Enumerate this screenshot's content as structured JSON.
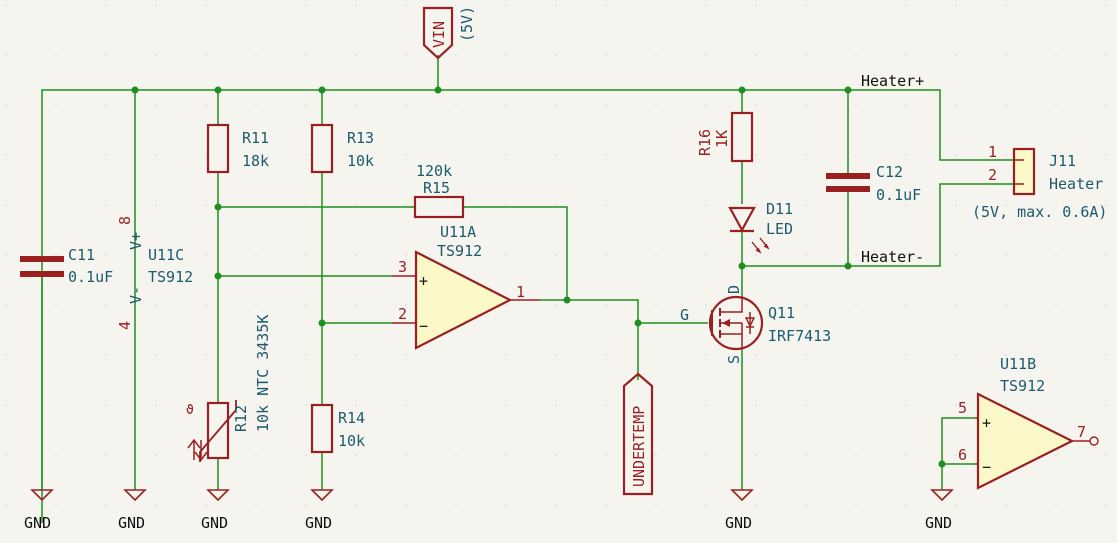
{
  "power": {
    "vin": {
      "label": "VIN",
      "value": "(5V)"
    },
    "gnd_label": "GND"
  },
  "nets": {
    "heater_plus": "Heater+",
    "heater_minus": "Heater-",
    "undertemp": "UNDERTEMP"
  },
  "components": {
    "c11": {
      "ref": "C11",
      "value": "0.1uF"
    },
    "c12": {
      "ref": "C12",
      "value": "0.1uF"
    },
    "r11": {
      "ref": "R11",
      "value": "18k"
    },
    "r13": {
      "ref": "R13",
      "value": "10k"
    },
    "r14": {
      "ref": "R14",
      "value": "10k"
    },
    "r15": {
      "ref": "R15",
      "value": "120k"
    },
    "r16": {
      "ref": "R16",
      "value": "1K"
    },
    "r12": {
      "ref": "R12",
      "value": "10k NTC 3435K"
    },
    "d11": {
      "ref": "D11",
      "value": "LED"
    },
    "q11": {
      "ref": "Q11",
      "value": "IRF7413",
      "pin_g": "G",
      "pin_d": "D",
      "pin_s": "S"
    },
    "u11a": {
      "ref": "U11A",
      "value": "TS912",
      "pin_in_plus": "3",
      "pin_in_minus": "2",
      "pin_out": "1"
    },
    "u11b": {
      "ref": "U11B",
      "value": "TS912",
      "pin_in_plus": "5",
      "pin_in_minus": "6",
      "pin_out": "7"
    },
    "u11c": {
      "ref": "U11C",
      "value": "TS912",
      "pin_vplus": "8",
      "pin_vminus": "4",
      "vplus": "V+",
      "vminus": "V-"
    },
    "j11": {
      "ref": "J11",
      "value": "Heater",
      "note": "(5V, max. 0.6A)",
      "pin1": "1",
      "pin2": "2"
    }
  },
  "opamp_signs": {
    "plus": "+",
    "minus": "−"
  }
}
